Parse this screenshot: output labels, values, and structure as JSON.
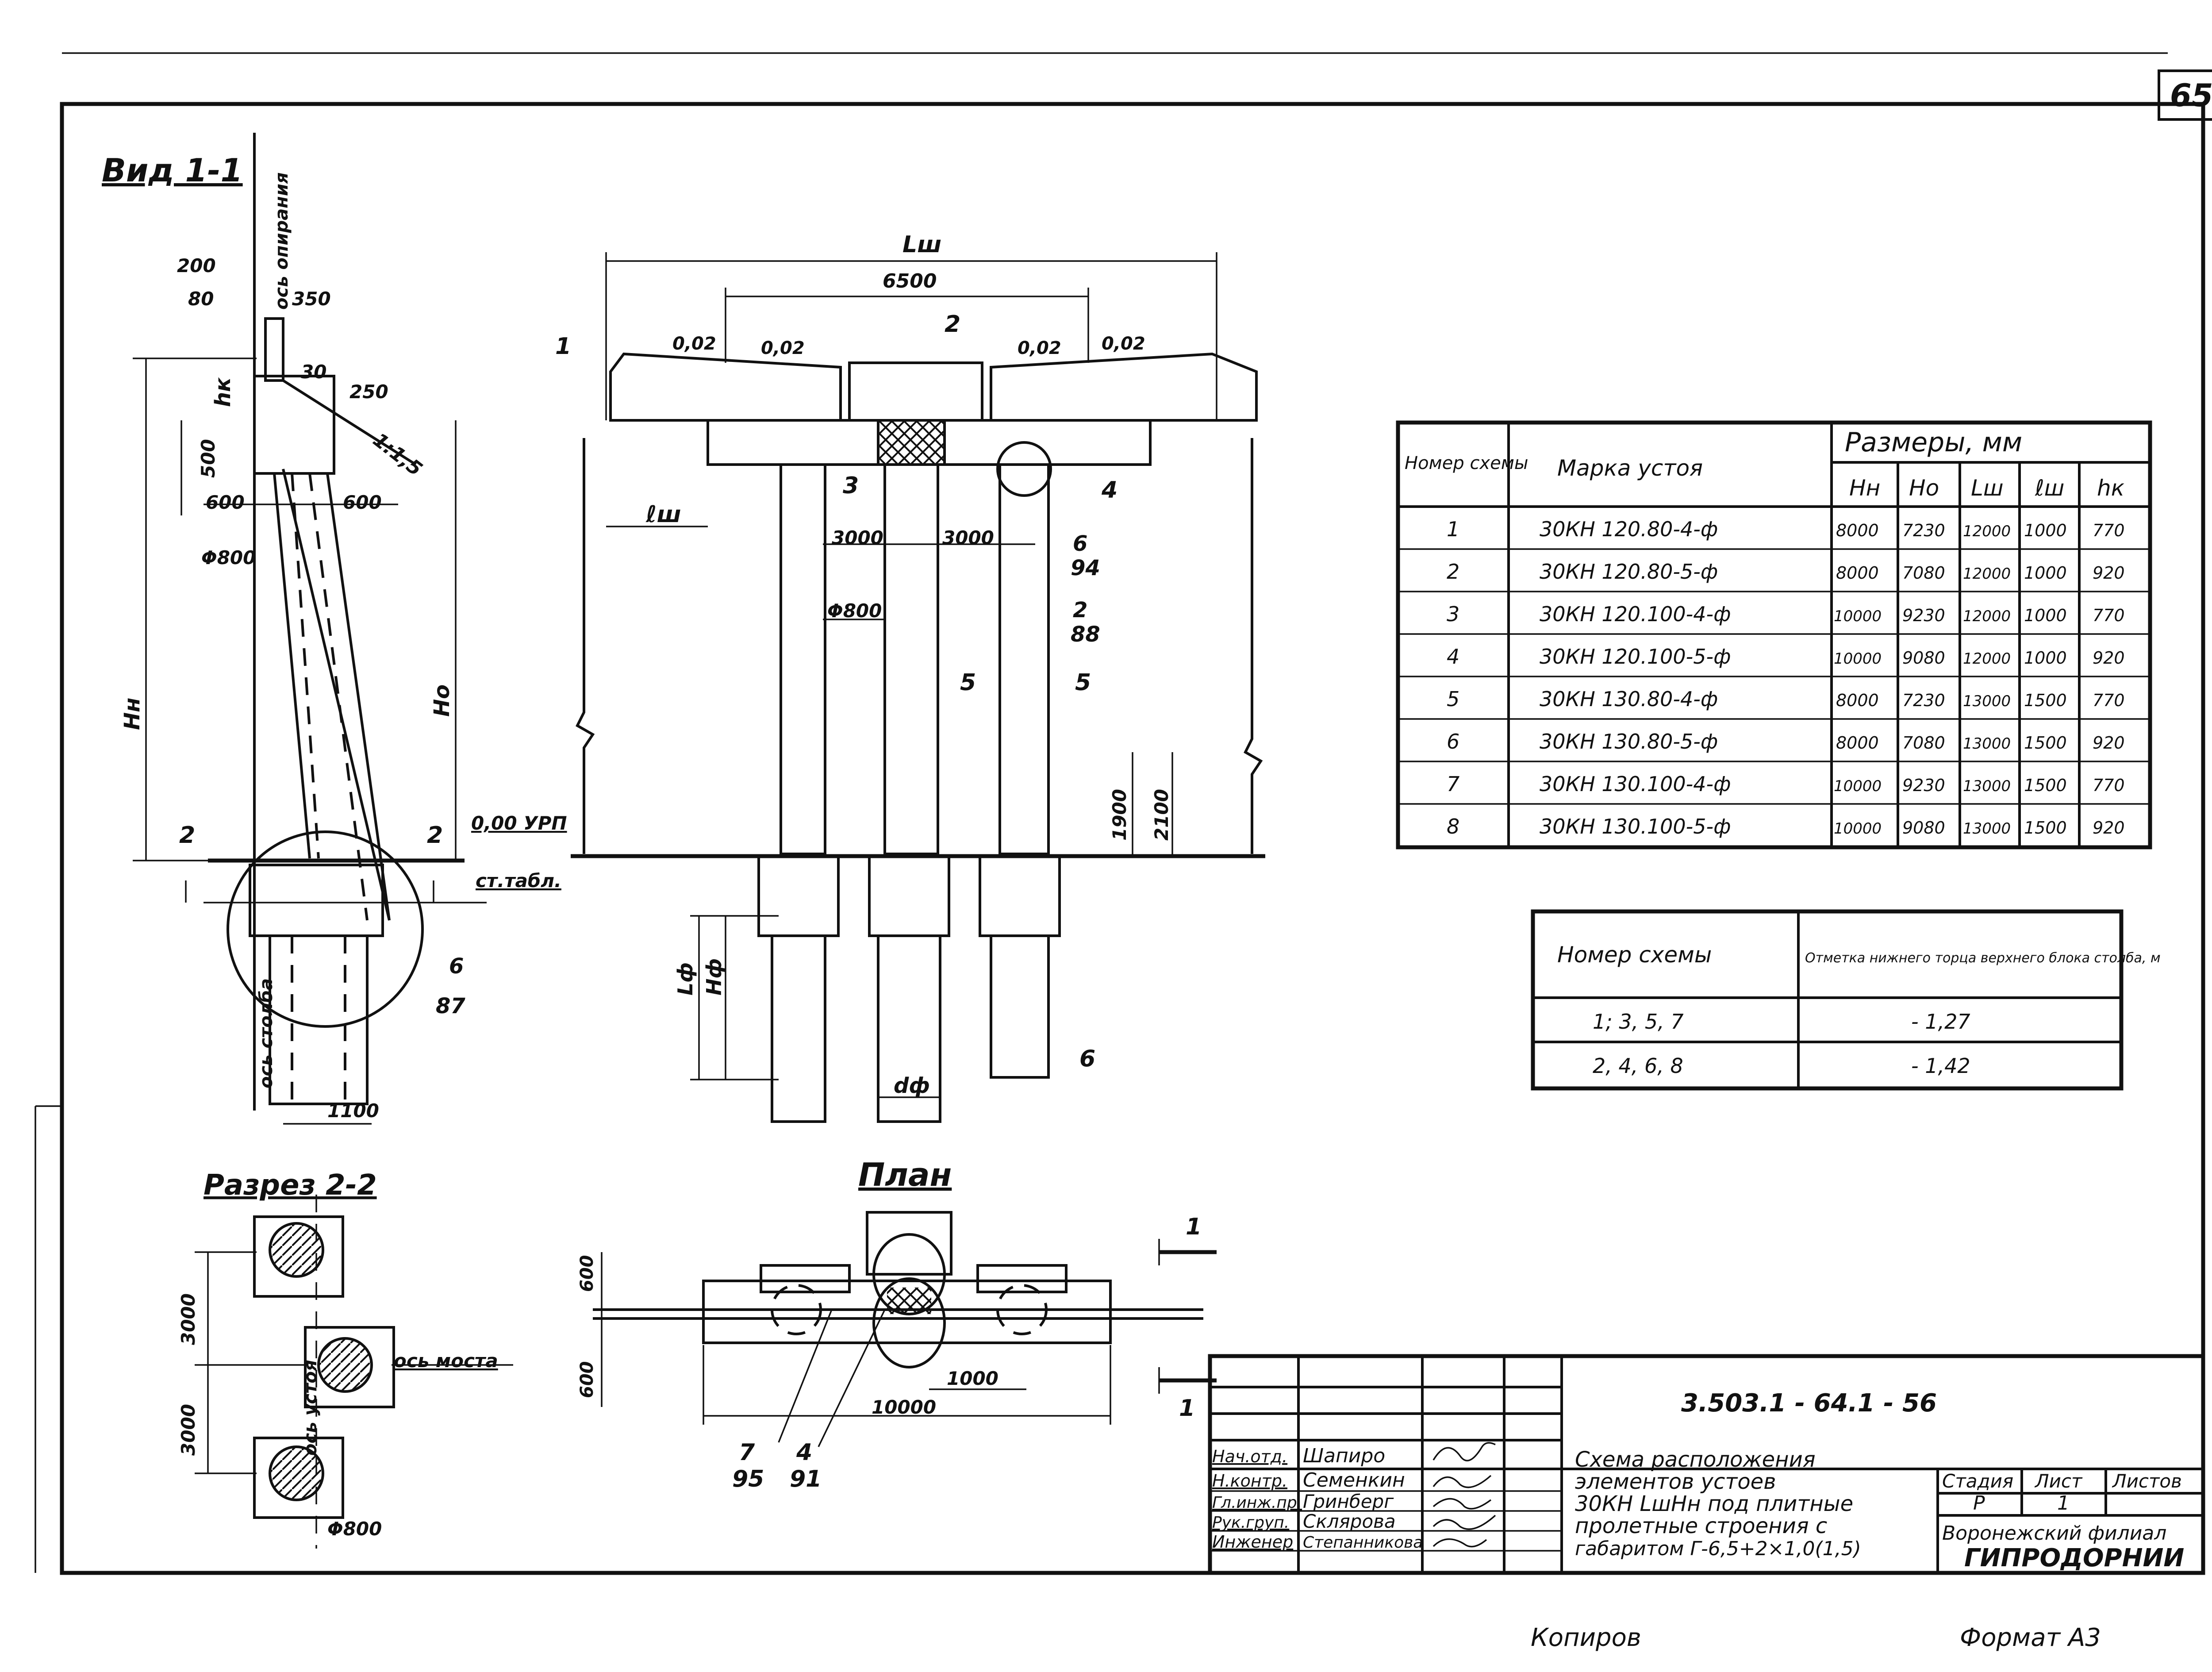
{
  "sheet": {
    "page_number": "65",
    "drawing_code": "3.503.1 - 64.1 - 56",
    "view_1_title": "Вид 1-1",
    "section_title": "Разрез 2-2",
    "plan_title": "План",
    "bottom_left_note": "Копиров",
    "bottom_right_note": "Формат А3"
  },
  "labels": {
    "axis_support": "ось опирания",
    "axis_pillar": "ось столба",
    "axis_support_2": "ось устоя",
    "axis_bridge": "ось моста",
    "ground_level": "0,00 УРП",
    "table_mark": "ст.табл.",
    "H_n": "Нн",
    "H_o": "Но",
    "h_k": "hк",
    "L_sh": "Lш",
    "l_sh": "ℓш",
    "L_f": "Lф",
    "H_f": "Нф",
    "d_f": "dф",
    "slope": "1:1,5",
    "cut_2": "2",
    "cut_1": "1",
    "dims_side": [
      "200",
      "80",
      "350",
      "30",
      "250",
      "500",
      "600",
      "600",
      "Φ800",
      "1100"
    ],
    "dims_front": [
      "6500",
      "0,02",
      "0,02",
      "0,02",
      "0,02",
      "3000",
      "3000",
      "Φ800",
      "1900",
      "2100"
    ],
    "dims_plan": [
      "600",
      "600",
      "1000",
      "10000"
    ],
    "dims_section": [
      "3000",
      "3000",
      "Φ800"
    ],
    "callouts": [
      "1",
      "2",
      "3",
      "4",
      "5",
      "5",
      "6",
      "6",
      "2",
      "1",
      "7",
      "4"
    ],
    "callout_refs": [
      "94",
      "88",
      "87",
      "95",
      "91"
    ]
  },
  "table_dims": {
    "col_headers": [
      "Номер схемы",
      "Марка устоя"
    ],
    "group_header": "Размеры, мм",
    "sub_headers": [
      "Нн",
      "Но",
      "Lш",
      "ℓш",
      "hк"
    ],
    "rows": [
      [
        "1",
        "30КН 120.80-4-ф",
        "8000",
        "7230",
        "12000",
        "1000",
        "770"
      ],
      [
        "2",
        "30КН 120.80-5-ф",
        "8000",
        "7080",
        "12000",
        "1000",
        "920"
      ],
      [
        "3",
        "30КН 120.100-4-ф",
        "10000",
        "9230",
        "12000",
        "1000",
        "770"
      ],
      [
        "4",
        "30КН 120.100-5-ф",
        "10000",
        "9080",
        "12000",
        "1000",
        "920"
      ],
      [
        "5",
        "30КН 130.80-4-ф",
        "8000",
        "7230",
        "13000",
        "1500",
        "770"
      ],
      [
        "6",
        "30КН 130.80-5-ф",
        "8000",
        "7080",
        "13000",
        "1500",
        "920"
      ],
      [
        "7",
        "30КН 130.100-4-ф",
        "10000",
        "9230",
        "13000",
        "1500",
        "770"
      ],
      [
        "8",
        "30КН 130.100-5-ф",
        "10000",
        "9080",
        "13000",
        "1500",
        "920"
      ]
    ]
  },
  "table_levels": {
    "col_headers": [
      "Номер схемы",
      "Отметка нижнего торца верхнего блока столба, м"
    ],
    "rows": [
      [
        "1; 3, 5, 7",
        "- 1,27"
      ],
      [
        "2, 4, 6, 8",
        "- 1,42"
      ]
    ]
  },
  "title_block": {
    "roles": [
      "Нач.отд.",
      "Н.контр.",
      "Гл.инж.пр.",
      "Рук.груп.",
      "Инженер"
    ],
    "names": [
      "Шапиро",
      "Семенкин",
      "Гринберг",
      "Склярова",
      "Степанникова"
    ],
    "description": [
      "Схема расположения",
      "элементов устоев",
      "30КН LшНн под плитные",
      "пролетные строения с",
      "габаритом Г-6,5+2×1,0(1,5)"
    ],
    "stage_header": "Стадия",
    "sheet_header": "Лист",
    "sheets_header": "Листов",
    "stage_value": "Р",
    "sheet_value": "1",
    "org_line_1": "Воронежский филиал",
    "org_line_2": "ГИПРОДОРНИИ"
  }
}
